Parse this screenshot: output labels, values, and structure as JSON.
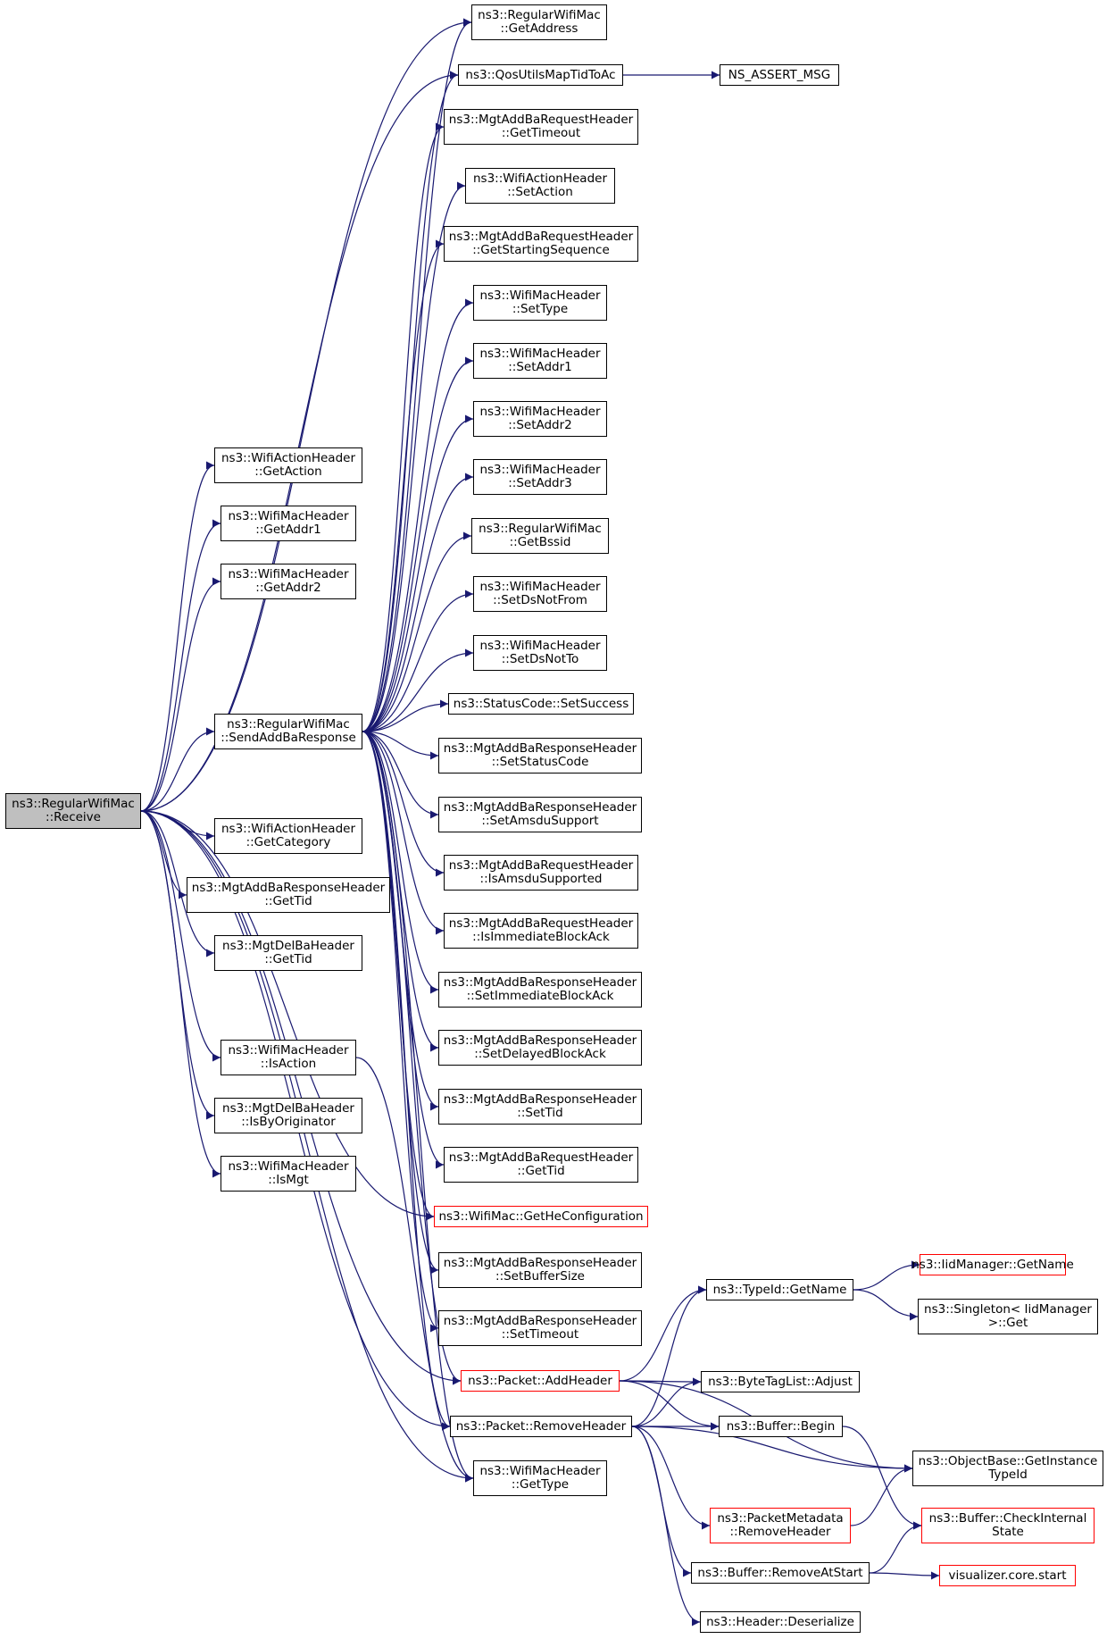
{
  "colors": {
    "edge": "#191970",
    "border": "#000000",
    "linked_border": "#ff0000",
    "root_fill": "#bfbfbf"
  },
  "nodes": [
    {
      "id": "root",
      "lines": [
        "ns3::RegularWifiMac",
        "::Receive"
      ],
      "root": true
    },
    {
      "id": "getAction",
      "lines": [
        "ns3::WifiActionHeader",
        "::GetAction"
      ]
    },
    {
      "id": "getAddr1",
      "lines": [
        "ns3::WifiMacHeader",
        "::GetAddr1"
      ]
    },
    {
      "id": "getAddr2",
      "lines": [
        "ns3::WifiMacHeader",
        "::GetAddr2"
      ]
    },
    {
      "id": "sendAddBa",
      "lines": [
        "ns3::RegularWifiMac",
        "::SendAddBaResponse"
      ]
    },
    {
      "id": "getCategory",
      "lines": [
        "ns3::WifiActionHeader",
        "::GetCategory"
      ]
    },
    {
      "id": "respGetTid",
      "lines": [
        "ns3::MgtAddBaResponseHeader",
        "::GetTid"
      ]
    },
    {
      "id": "delGetTid",
      "lines": [
        "ns3::MgtDelBaHeader",
        "::GetTid"
      ]
    },
    {
      "id": "isAction",
      "lines": [
        "ns3::WifiMacHeader",
        "::IsAction"
      ]
    },
    {
      "id": "isByOrig",
      "lines": [
        "ns3::MgtDelBaHeader",
        "::IsByOriginator"
      ]
    },
    {
      "id": "isMgt",
      "lines": [
        "ns3::WifiMacHeader",
        "::IsMgt"
      ]
    },
    {
      "id": "getAddress",
      "lines": [
        "ns3::RegularWifiMac",
        "::GetAddress"
      ]
    },
    {
      "id": "qosMap",
      "lines": [
        "ns3::QosUtilsMapTidToAc"
      ]
    },
    {
      "id": "nsAssert",
      "lines": [
        "NS_ASSERT_MSG"
      ]
    },
    {
      "id": "reqGetTimeout",
      "lines": [
        "ns3::MgtAddBaRequestHeader",
        "::GetTimeout"
      ]
    },
    {
      "id": "setAction",
      "lines": [
        "ns3::WifiActionHeader",
        "::SetAction"
      ]
    },
    {
      "id": "reqGetStartSeq",
      "lines": [
        "ns3::MgtAddBaRequestHeader",
        "::GetStartingSequence"
      ]
    },
    {
      "id": "setType",
      "lines": [
        "ns3::WifiMacHeader",
        "::SetType"
      ]
    },
    {
      "id": "setAddr1",
      "lines": [
        "ns3::WifiMacHeader",
        "::SetAddr1"
      ]
    },
    {
      "id": "setAddr2",
      "lines": [
        "ns3::WifiMacHeader",
        "::SetAddr2"
      ]
    },
    {
      "id": "setAddr3",
      "lines": [
        "ns3::WifiMacHeader",
        "::SetAddr3"
      ]
    },
    {
      "id": "getBssid",
      "lines": [
        "ns3::RegularWifiMac",
        "::GetBssid"
      ]
    },
    {
      "id": "setDsNotFrom",
      "lines": [
        "ns3::WifiMacHeader",
        "::SetDsNotFrom"
      ]
    },
    {
      "id": "setDsNotTo",
      "lines": [
        "ns3::WifiMacHeader",
        "::SetDsNotTo"
      ]
    },
    {
      "id": "setSuccess",
      "lines": [
        "ns3::StatusCode::SetSuccess"
      ]
    },
    {
      "id": "setStatusCode",
      "lines": [
        "ns3::MgtAddBaResponseHeader",
        "::SetStatusCode"
      ]
    },
    {
      "id": "setAmsdu",
      "lines": [
        "ns3::MgtAddBaResponseHeader",
        "::SetAmsduSupport"
      ]
    },
    {
      "id": "isAmsdu",
      "lines": [
        "ns3::MgtAddBaRequestHeader",
        "::IsAmsduSupported"
      ]
    },
    {
      "id": "isImmBA",
      "lines": [
        "ns3::MgtAddBaRequestHeader",
        "::IsImmediateBlockAck"
      ]
    },
    {
      "id": "setImmBA",
      "lines": [
        "ns3::MgtAddBaResponseHeader",
        "::SetImmediateBlockAck"
      ]
    },
    {
      "id": "setDelBA",
      "lines": [
        "ns3::MgtAddBaResponseHeader",
        "::SetDelayedBlockAck"
      ]
    },
    {
      "id": "respSetTid",
      "lines": [
        "ns3::MgtAddBaResponseHeader",
        "::SetTid"
      ]
    },
    {
      "id": "reqGetTid",
      "lines": [
        "ns3::MgtAddBaRequestHeader",
        "::GetTid"
      ]
    },
    {
      "id": "getHeConf",
      "lines": [
        "ns3::WifiMac::GetHeConfiguration"
      ],
      "linked": true
    },
    {
      "id": "setBufSize",
      "lines": [
        "ns3::MgtAddBaResponseHeader",
        "::SetBufferSize"
      ]
    },
    {
      "id": "respSetTimeout",
      "lines": [
        "ns3::MgtAddBaResponseHeader",
        "::SetTimeout"
      ]
    },
    {
      "id": "addHeader",
      "lines": [
        "ns3::Packet::AddHeader"
      ],
      "linked": true
    },
    {
      "id": "removeHeader",
      "lines": [
        "ns3::Packet::RemoveHeader"
      ]
    },
    {
      "id": "getType",
      "lines": [
        "ns3::WifiMacHeader",
        "::GetType"
      ]
    },
    {
      "id": "typeIdGetName",
      "lines": [
        "ns3::TypeId::GetName"
      ]
    },
    {
      "id": "iidGetName",
      "lines": [
        "ns3::IidManager::GetName"
      ],
      "linked": true
    },
    {
      "id": "singletonGet",
      "lines": [
        "ns3::Singleton< IidManager",
        ">::Get"
      ]
    },
    {
      "id": "byteTagAdjust",
      "lines": [
        "ns3::ByteTagList::Adjust"
      ]
    },
    {
      "id": "bufferBegin",
      "lines": [
        "ns3::Buffer::Begin"
      ]
    },
    {
      "id": "getInstTypeId",
      "lines": [
        "ns3::ObjectBase::GetInstance",
        "TypeId"
      ]
    },
    {
      "id": "pmRemoveHeader",
      "lines": [
        "ns3::PacketMetadata",
        "::RemoveHeader"
      ],
      "linked": true
    },
    {
      "id": "checkInternal",
      "lines": [
        "ns3::Buffer::CheckInternal",
        "State"
      ],
      "linked": true
    },
    {
      "id": "removeAtStart",
      "lines": [
        "ns3::Buffer::RemoveAtStart"
      ]
    },
    {
      "id": "vizStart",
      "lines": [
        "visualizer.core.start"
      ],
      "linked": true
    },
    {
      "id": "hdrDeserialize",
      "lines": [
        "ns3::Header::Deserialize"
      ]
    }
  ],
  "edges": [
    [
      "root",
      "getAction"
    ],
    [
      "root",
      "getAddr1"
    ],
    [
      "root",
      "getAddr2"
    ],
    [
      "root",
      "sendAddBa"
    ],
    [
      "root",
      "getCategory"
    ],
    [
      "root",
      "respGetTid"
    ],
    [
      "root",
      "delGetTid"
    ],
    [
      "root",
      "isAction"
    ],
    [
      "root",
      "isByOrig"
    ],
    [
      "root",
      "isMgt"
    ],
    [
      "root",
      "getAddress"
    ],
    [
      "root",
      "qosMap"
    ],
    [
      "root",
      "getHeConf"
    ],
    [
      "root",
      "addHeader"
    ],
    [
      "root",
      "removeHeader"
    ],
    [
      "root",
      "getType"
    ],
    [
      "sendAddBa",
      "getAddress"
    ],
    [
      "sendAddBa",
      "qosMap"
    ],
    [
      "sendAddBa",
      "reqGetTimeout"
    ],
    [
      "sendAddBa",
      "setAction"
    ],
    [
      "sendAddBa",
      "reqGetStartSeq"
    ],
    [
      "sendAddBa",
      "setType"
    ],
    [
      "sendAddBa",
      "setAddr1"
    ],
    [
      "sendAddBa",
      "setAddr2"
    ],
    [
      "sendAddBa",
      "setAddr3"
    ],
    [
      "sendAddBa",
      "getBssid"
    ],
    [
      "sendAddBa",
      "setDsNotFrom"
    ],
    [
      "sendAddBa",
      "setDsNotTo"
    ],
    [
      "sendAddBa",
      "setSuccess"
    ],
    [
      "sendAddBa",
      "setStatusCode"
    ],
    [
      "sendAddBa",
      "setAmsdu"
    ],
    [
      "sendAddBa",
      "isAmsdu"
    ],
    [
      "sendAddBa",
      "isImmBA"
    ],
    [
      "sendAddBa",
      "setImmBA"
    ],
    [
      "sendAddBa",
      "setDelBA"
    ],
    [
      "sendAddBa",
      "respSetTid"
    ],
    [
      "sendAddBa",
      "reqGetTid"
    ],
    [
      "sendAddBa",
      "getHeConf"
    ],
    [
      "sendAddBa",
      "setBufSize"
    ],
    [
      "sendAddBa",
      "respSetTimeout"
    ],
    [
      "sendAddBa",
      "addHeader"
    ],
    [
      "sendAddBa",
      "removeHeader"
    ],
    [
      "sendAddBa",
      "getType"
    ],
    [
      "isAction",
      "getType"
    ],
    [
      "qosMap",
      "nsAssert"
    ],
    [
      "addHeader",
      "typeIdGetName"
    ],
    [
      "addHeader",
      "byteTagAdjust"
    ],
    [
      "addHeader",
      "bufferBegin"
    ],
    [
      "addHeader",
      "getInstTypeId"
    ],
    [
      "removeHeader",
      "typeIdGetName"
    ],
    [
      "removeHeader",
      "byteTagAdjust"
    ],
    [
      "removeHeader",
      "bufferBegin"
    ],
    [
      "removeHeader",
      "getInstTypeId"
    ],
    [
      "removeHeader",
      "pmRemoveHeader"
    ],
    [
      "removeHeader",
      "removeAtStart"
    ],
    [
      "removeHeader",
      "hdrDeserialize"
    ],
    [
      "typeIdGetName",
      "iidGetName"
    ],
    [
      "typeIdGetName",
      "singletonGet"
    ],
    [
      "bufferBegin",
      "checkInternal"
    ],
    [
      "pmRemoveHeader",
      "getInstTypeId"
    ],
    [
      "removeAtStart",
      "checkInternal"
    ],
    [
      "removeAtStart",
      "vizStart"
    ]
  ]
}
